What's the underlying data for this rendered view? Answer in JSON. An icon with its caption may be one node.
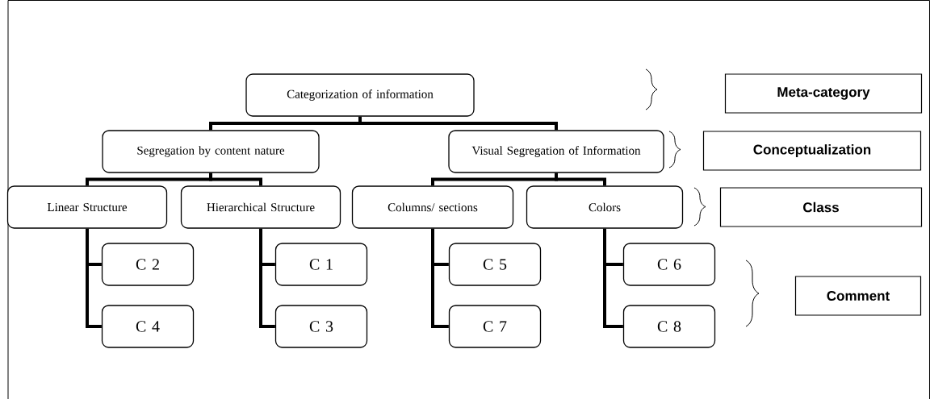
{
  "diagram": {
    "nodes": [
      {
        "text": [
          "Categorization of information"
        ]
      },
      {
        "text": [
          "Segregation by content nature"
        ]
      },
      {
        "text": [
          "Visual Segregation of Information"
        ]
      },
      {
        "text": [
          "Linear Structure"
        ]
      },
      {
        "text": [
          "Hierarchical Structure"
        ]
      },
      {
        "text": [
          "Columns/ sections"
        ]
      },
      {
        "text": [
          "Colors"
        ]
      },
      {
        "text": [
          "C 2"
        ]
      },
      {
        "text": [
          "C 4"
        ]
      },
      {
        "text": [
          "C 1"
        ]
      },
      {
        "text": [
          "C 3"
        ]
      },
      {
        "text": [
          "C 5"
        ]
      },
      {
        "text": [
          "C 7"
        ]
      },
      {
        "text": [
          "C 6"
        ]
      },
      {
        "text": [
          "C 8"
        ]
      },
      {
        "text": [
          "Meta-category"
        ]
      },
      {
        "text": [
          "Conceptualization"
        ]
      },
      {
        "text": [
          "Class"
        ]
      },
      {
        "text": [
          "Comment"
        ]
      }
    ],
    "edges": [
      {
        "from": 0,
        "to": 1,
        "arrow": "none"
      },
      {
        "from": 0,
        "to": 2,
        "arrow": "none"
      },
      {
        "from": 1,
        "to": 3,
        "arrow": "none"
      },
      {
        "from": 1,
        "to": 4,
        "arrow": "none"
      },
      {
        "from": 2,
        "to": 5,
        "arrow": "none"
      },
      {
        "from": 2,
        "to": 6,
        "arrow": "none"
      },
      {
        "from": 3,
        "to": 7,
        "arrow": "none"
      },
      {
        "from": 3,
        "to": 8,
        "arrow": "none"
      },
      {
        "from": 4,
        "to": 9,
        "arrow": "none"
      },
      {
        "from": 4,
        "to": 10,
        "arrow": "none"
      },
      {
        "from": 5,
        "to": 11,
        "arrow": "none"
      },
      {
        "from": 5,
        "to": 12,
        "arrow": "none"
      },
      {
        "from": 6,
        "to": 13,
        "arrow": "none"
      },
      {
        "from": 6,
        "to": 14,
        "arrow": "none"
      }
    ]
  }
}
